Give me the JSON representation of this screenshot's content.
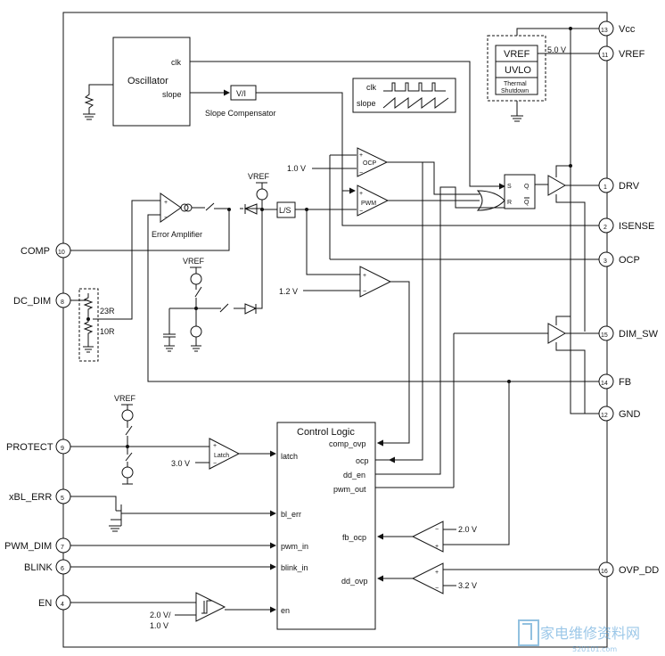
{
  "pins": {
    "vcc": {
      "num": "13",
      "name": "Vcc"
    },
    "vref": {
      "num": "11",
      "name": "VREF"
    },
    "drv": {
      "num": "1",
      "name": "DRV"
    },
    "isense": {
      "num": "2",
      "name": "ISENSE"
    },
    "ocp": {
      "num": "3",
      "name": "OCP"
    },
    "dim_sw": {
      "num": "15",
      "name": "DIM_SW"
    },
    "fb": {
      "num": "14",
      "name": "FB"
    },
    "gnd": {
      "num": "12",
      "name": "GND"
    },
    "ovp_dd": {
      "num": "16",
      "name": "OVP_DD"
    },
    "comp": {
      "num": "10",
      "name": "COMP"
    },
    "dc_dim": {
      "num": "8",
      "name": "DC_DIM"
    },
    "protect": {
      "num": "9",
      "name": "PROTECT"
    },
    "xbl_err": {
      "num": "5",
      "name": "xBL_ERR"
    },
    "pwm_dim": {
      "num": "7",
      "name": "PWM_DIM"
    },
    "blink": {
      "num": "6",
      "name": "BLINK"
    },
    "en": {
      "num": "4",
      "name": "EN"
    }
  },
  "blocks": {
    "oscillator": {
      "title": "Oscillator",
      "clk": "clk",
      "slope": "slope"
    },
    "vi": "V/I",
    "slope_comp": "Slope Compensator",
    "waveform": {
      "clk": "clk",
      "slope": "slope"
    },
    "ocp_comp": "OCP",
    "pwm_comp": "PWM",
    "ls": "L/S",
    "error_amp": "Error Amplifier",
    "ff": {
      "s": "S",
      "q": "Q",
      "r": "R",
      "qbar": "Q"
    },
    "vref_box": {
      "vref": "VREF",
      "uvlo": "UVLO",
      "thermal": "Thermal",
      "shutdown": "Shutdown",
      "volt": "5.0 V"
    },
    "latch": "Latch",
    "control_logic": {
      "title": "Control Logic",
      "comp_ovp": "comp_ovp",
      "ocp": "ocp",
      "dd_en": "dd_en",
      "pwm_out": "pwm_out",
      "latch": "latch",
      "bl_err": "bl_err",
      "pwm_in": "pwm_in",
      "blink_in": "blink_in",
      "en": "en",
      "fb_ocp": "fb_ocp",
      "dd_ovp": "dd_ovp"
    }
  },
  "labels": {
    "v10": "1.0 V",
    "v12": "1.2 V",
    "v30": "3.0 V",
    "v20a": "2.0 V",
    "v32": "3.2 V",
    "en_thr1": "2.0 V/",
    "en_thr2": "1.0 V",
    "vref_a": "VREF",
    "vref_b": "VREF",
    "vref_c": "VREF",
    "r23": "23R",
    "r10": "10R"
  },
  "watermark": {
    "text": "家电维修资料网",
    "url": "520101.com"
  }
}
